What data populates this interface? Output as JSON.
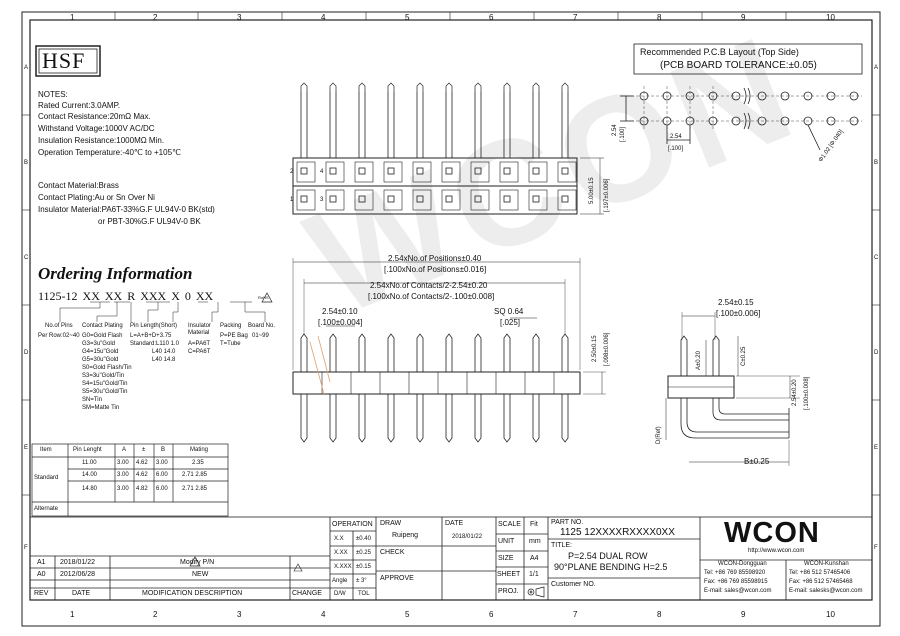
{
  "border": {
    "top_numbers": [
      "1",
      "2",
      "3",
      "4",
      "5",
      "6",
      "7",
      "8",
      "9",
      "10"
    ],
    "side_letters": [
      "A",
      "B",
      "C",
      "D",
      "E",
      "F"
    ]
  },
  "logo_hsf": "HSF",
  "notes": {
    "title": "NOTES:",
    "lines": [
      "Rated Current:3.0AMP.",
      "Contact Resistance:20mΩ Max.",
      "Withstand Voltage:1000V AC/DC",
      "Insulation Resistance:1000MΩ Min.",
      "Operation Temperature:-40℃ to +105℃"
    ],
    "materials": [
      "Contact Material:Brass",
      "Contact Plating:Au or Sn Over Ni",
      "Insulator Material:PA6T-33%G.F UL94V-0 BK(std)",
      "or PBT-30%G.F UL94V-0 BK"
    ]
  },
  "ordering": {
    "title": "Ordering Information",
    "code": "1125-12 XX XX R XXX X 0 XX",
    "rohs": "RoHS",
    "fields": [
      "No.of Pins",
      "Contact Plating",
      "Pin Length(Short)",
      "Insulator Material",
      "Packing",
      "Board No."
    ],
    "details": [
      "Per Row:02~40",
      "G0=Gold Flash",
      "G3=3u\"Gold",
      "G4=15u\"Gold",
      "G5=30u\"Gold",
      "S0=Gold Flash/Tin",
      "S3=3u\"Gold/Tin",
      "S4=15u\"Gold/Tin",
      "S5=30u\"Gold/Tin",
      "SN=Tin",
      "SM=Matte Tin"
    ],
    "pin_len": [
      "L=A+B+D+3.75",
      "Standard:L110 1.0",
      "L40 14.0",
      "L40 14.8"
    ],
    "insulator": [
      "A=PA6T",
      "C=PA6T"
    ],
    "packing": [
      "P=PE Bag",
      "T=Tube"
    ],
    "board": [
      "01~99"
    ]
  },
  "pin_table": {
    "headers": [
      "Item",
      "Pin Lenght",
      "A",
      "±",
      "B",
      "Mating"
    ],
    "rows": [
      [
        "",
        "11.00",
        "3.00",
        "4.62",
        "3.00",
        "2.35"
      ],
      [
        "Standard",
        "14.00",
        "3.00",
        "4.62",
        "6.00",
        "2.71 2.85"
      ],
      [
        "",
        "14.80",
        "3.00",
        "4.82",
        "6.00",
        "2.71 2.85"
      ]
    ],
    "alternate": "Alternate"
  },
  "pcb": {
    "title": "Recommended P.C.B Layout (Top Side)",
    "subtitle": "(PCB BOARD TOLERANCE:±0.05)",
    "dim_254v": "2.54",
    "dim_100v": "[.100]",
    "dim_254h": "2.54",
    "dim_100h": "[.100]",
    "hole": "Φ1.02 [Φ.040]"
  },
  "dims": {
    "pos_title": "2.54xNo.of Positions±0.40",
    "pos_inch": "[.100xNo.of Positions±0.016]",
    "cont_title": "2.54xNo.of Contacts/2-2.54±0.20",
    "cont_inch": "[.100xNo.of Contacts/2-.100±0.008]",
    "d254": "2.54±0.10",
    "d254i": "[.100±0.004]",
    "sq": "SQ 0.64",
    "sqi": "[.025]",
    "h500": "5.00±0.15",
    "h500i": "[.197±0.006]",
    "h250": "2.50±0.15",
    "h250i": "[.098±0.006]",
    "r254": "2.54±0.15",
    "r254i": "[.100±0.006]",
    "a": "A±0.20",
    "c": "C±0.25",
    "r254b": "2.54±0.20",
    "r254bi": "[.100±0.008]",
    "d": "D(Ref)",
    "b": "B±0.25",
    "pin_labels": [
      "2",
      "4",
      "1",
      "3"
    ]
  },
  "title_block": {
    "operation": "OPERATION",
    "draw": "DRAW",
    "drawer": "Ruipeng",
    "date_label": "DATE",
    "draw_date": "2018/01/22",
    "scale_label": "SCALE",
    "scale": "Fit",
    "part_no_label": "PART NO.",
    "part_no": "1125 12XXXXRXXXX0XX",
    "unit_label": "UNIT",
    "unit": "mm",
    "tolerances": [
      [
        "X.X",
        "±0.40"
      ],
      [
        "X.XX",
        "±0.25"
      ],
      [
        "X.XXX",
        "±0.15"
      ],
      [
        "Angle",
        "± 3°"
      ]
    ],
    "check": "CHECK",
    "approve": "APPROVE",
    "size_label": "SIZE",
    "size": "A4",
    "sheet_label": "SHEET",
    "sheet": "1/1",
    "proj_label": "PROJ.",
    "title_label": "TITLE:",
    "title1": "P=2.54 DUAL ROW",
    "title2": "90°PLANE BENDING H=2.5",
    "customer": "Customer NO.",
    "dw": "D/W",
    "tol": "TOL",
    "change": "CHANGE"
  },
  "revisions": [
    {
      "rev": "A1",
      "date": "2018/01/22",
      "desc": "Modify P/N"
    },
    {
      "rev": "A0",
      "date": "2012/06/28",
      "desc": "NEW"
    }
  ],
  "rev_headers": {
    "rev": "REV",
    "date": "DATE",
    "desc": "MODIFICATION  DESCRIPTION"
  },
  "company": {
    "logo": "WCON",
    "web": "http://www.wcon.com",
    "dongguan_title": "WCON-Dongguan",
    "dongguan_tel": "Tel: +86 769 85598920",
    "dongguan_fax": "Fax: +86 769 85598915",
    "dongguan_mail": "E-mail: sales@wcon.com",
    "kunshan_title": "WCON-Kunshan",
    "kunshan_tel": "Tel: +86 512 57465406",
    "kunshan_fax": "Fax: +86 512 57465468",
    "kunshan_mail": "E-mail: salesks@wcon.com"
  },
  "watermark": "WCON"
}
